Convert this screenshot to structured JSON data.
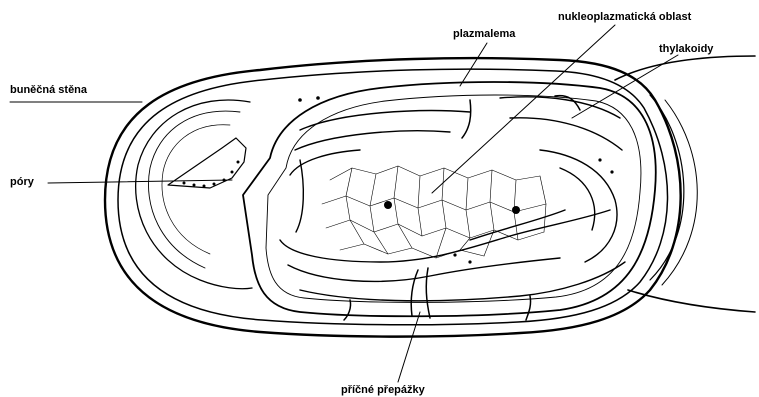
{
  "labels": {
    "bunecna_stena": "buněčná stěna",
    "pory": "póry",
    "plazmalema": "plazmalema",
    "nukleoplazmaticka_oblast": "nukleoplazmatická oblast",
    "thylakoidy": "thylakoidy",
    "pricne_prepazky": "příčné přepážky"
  },
  "colors": {
    "ink": "#000000",
    "background": "#ffffff"
  }
}
